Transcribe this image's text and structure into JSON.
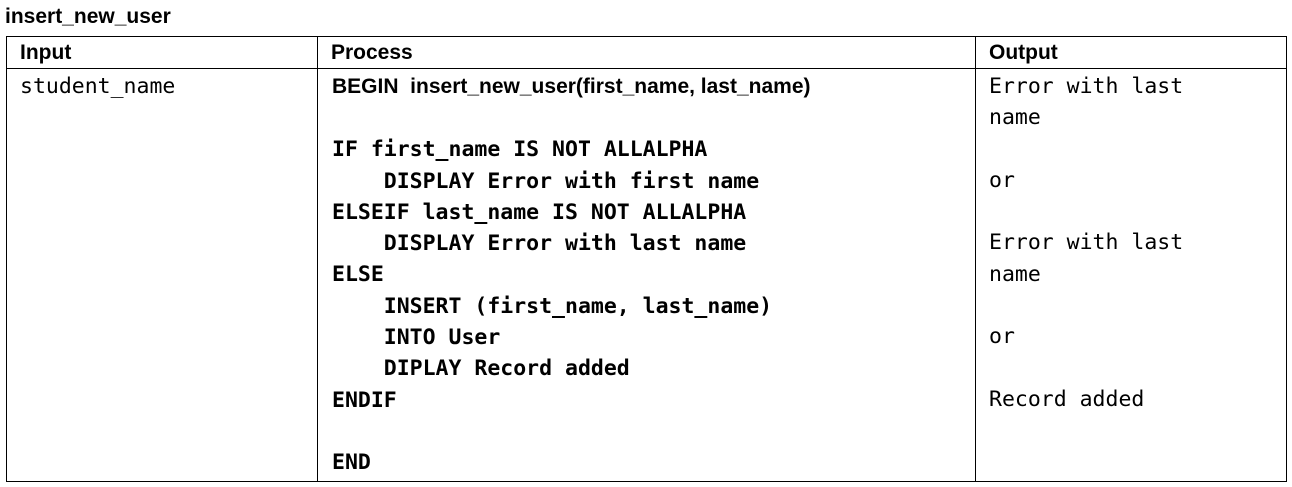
{
  "title": "insert_new_user",
  "headers": {
    "input": "Input",
    "process": "Process",
    "output": "Output"
  },
  "input": "student_name",
  "process": {
    "begin": "BEGIN  insert_new_user(first_name, last_name)",
    "lines": [
      "",
      "IF first_name IS NOT ALLALPHA",
      "    DISPLAY Error with first name",
      "ELSEIF last_name IS NOT ALLALPHA",
      "    DISPLAY Error with last name",
      "ELSE",
      "    INSERT (first_name, last_name)",
      "    INTO User",
      "    DIPLAY Record added",
      "ENDIF",
      "",
      "END"
    ]
  },
  "output": {
    "lines": [
      "Error with last",
      "name",
      "",
      "or",
      "",
      "Error with last",
      "name",
      "",
      "or",
      "",
      "Record added"
    ]
  }
}
